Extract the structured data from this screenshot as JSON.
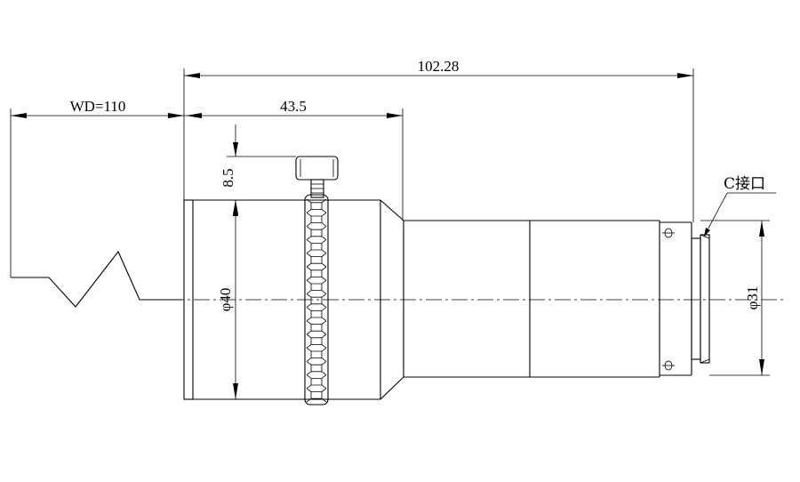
{
  "dimensions": {
    "total_length": "102.28",
    "working_distance": "WD=110",
    "front_section_length": "43.5",
    "screw_height": "8.5",
    "front_diameter": "φ40",
    "mount_diameter": "φ31"
  },
  "labels": {
    "mount": "C接口"
  }
}
